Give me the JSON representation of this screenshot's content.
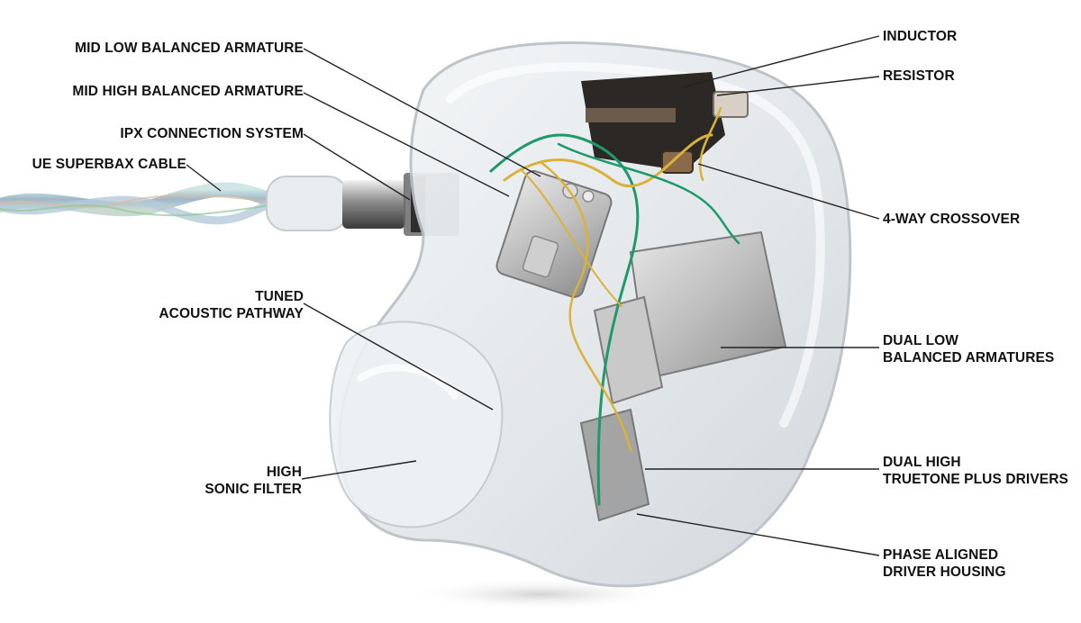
{
  "colors": {
    "background": "#ffffff",
    "label_text": "#111111",
    "leader_line": "#222222",
    "shell": "#dfe3e6",
    "shell_edge": "#b9c0c5",
    "wire_green": "#1e9a6a",
    "wire_yellow": "#d9b23a",
    "driver_metal": "#b8b8b8",
    "dark_component": "#2b2826"
  },
  "labels": {
    "mid_low_ba": [
      "MID LOW BALANCED ARMATURE"
    ],
    "mid_high_ba": [
      "MID HIGH BALANCED ARMATURE"
    ],
    "ipx": [
      "IPX CONNECTION SYSTEM"
    ],
    "cable": [
      "UE SUPERBAX CABLE"
    ],
    "tuned_pathway": [
      "TUNED",
      "ACOUSTIC PATHWAY"
    ],
    "sonic_filter": [
      "HIGH",
      "SONIC FILTER"
    ],
    "inductor": [
      "INDUCTOR"
    ],
    "resistor": [
      "RESISTOR"
    ],
    "crossover": [
      "4-WAY CROSSOVER"
    ],
    "dual_low": [
      "DUAL LOW",
      "BALANCED ARMATURES"
    ],
    "dual_high": [
      "DUAL HIGH",
      "TRUETONE PLUS DRIVERS"
    ],
    "phase_housing": [
      "PHASE ALIGNED",
      "DRIVER HOUSING"
    ]
  }
}
